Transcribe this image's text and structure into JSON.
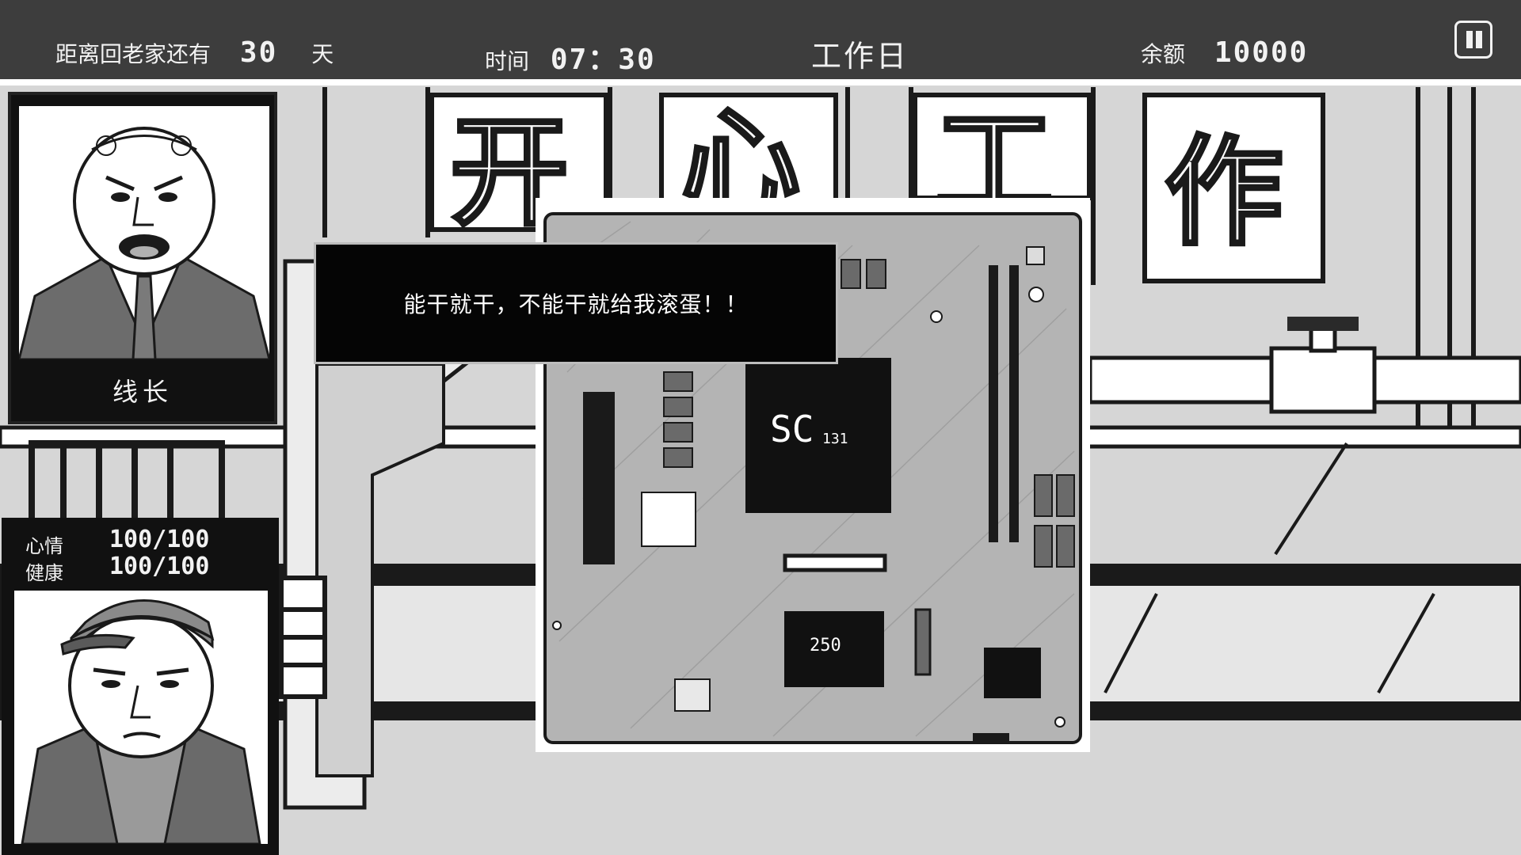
{
  "hud": {
    "days_label": "距离回老家还有",
    "days_value": "30",
    "days_unit": "天",
    "time_label": "时间",
    "time_value": "07：30",
    "day_type": "工作日",
    "balance_label": "余额",
    "balance_value": "10000",
    "pause_icon": "pause-icon"
  },
  "scene": {
    "banner_chars": [
      "开",
      "心",
      "工",
      "作"
    ]
  },
  "boss": {
    "name": "线长"
  },
  "dialog": {
    "text": "能干就干，不能干就给我滚蛋！！"
  },
  "board": {
    "chip_main_label": "SC",
    "chip_main_sub": "131",
    "chip_small_label": "250"
  },
  "player": {
    "mood_label": "心情",
    "mood_value": "100/100",
    "health_label": "健康",
    "health_value": "100/100"
  },
  "colors": {
    "topbar": "#3d3d3d",
    "background": "#d9d9d9",
    "board": "#b4b4b4",
    "dialog": "#050505"
  }
}
